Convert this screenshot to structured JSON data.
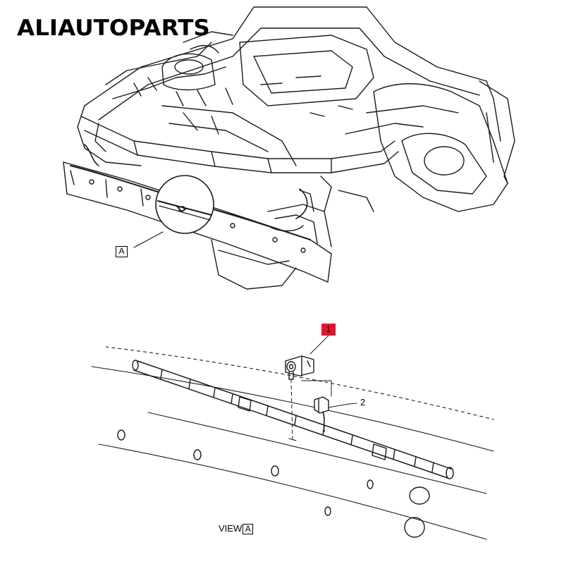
{
  "brand": {
    "text": "ALIAUTOPARTS"
  },
  "detail_callout": {
    "letter": "A"
  },
  "part_callouts": [
    {
      "number": "1",
      "highlight_color": "#e3152b"
    },
    {
      "number": "2"
    }
  ],
  "view_label": {
    "prefix": "VIEW",
    "letter": "A"
  },
  "colors": {
    "line": "#1a1a1a",
    "accent": "#e3152b",
    "background": "#ffffff"
  }
}
